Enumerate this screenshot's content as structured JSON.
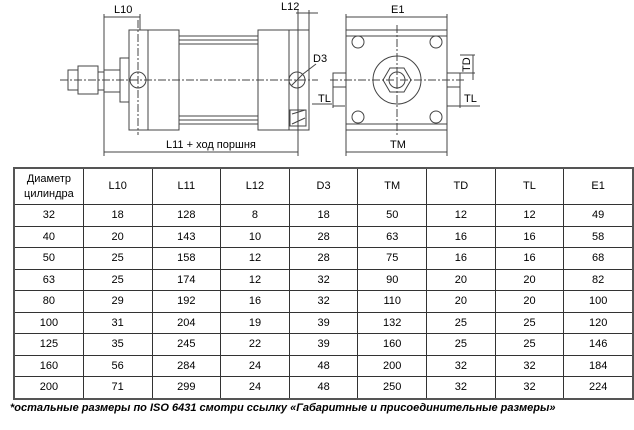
{
  "drawing": {
    "labels": {
      "l10": "L10",
      "l12": "L12",
      "d3": "D3",
      "tl": "TL",
      "l11": "L11 + ход поршня",
      "e1": "E1",
      "td": "TD",
      "tm": "TM"
    }
  },
  "table": {
    "headers": [
      "Диаметр цилиндра",
      "L10",
      "L11",
      "L12",
      "D3",
      "TM",
      "TD",
      "TL",
      "E1"
    ],
    "header_first_line1": "Диаметр",
    "header_first_line2": "цилиндра",
    "rows": [
      [
        "32",
        "18",
        "128",
        "8",
        "18",
        "50",
        "12",
        "12",
        "49"
      ],
      [
        "40",
        "20",
        "143",
        "10",
        "28",
        "63",
        "16",
        "16",
        "58"
      ],
      [
        "50",
        "25",
        "158",
        "12",
        "28",
        "75",
        "16",
        "16",
        "68"
      ],
      [
        "63",
        "25",
        "174",
        "12",
        "32",
        "90",
        "20",
        "20",
        "82"
      ],
      [
        "80",
        "29",
        "192",
        "16",
        "32",
        "110",
        "20",
        "20",
        "100"
      ],
      [
        "100",
        "31",
        "204",
        "19",
        "39",
        "132",
        "25",
        "25",
        "120"
      ],
      [
        "125",
        "35",
        "245",
        "22",
        "39",
        "160",
        "25",
        "25",
        "146"
      ],
      [
        "160",
        "56",
        "284",
        "24",
        "48",
        "200",
        "32",
        "32",
        "184"
      ],
      [
        "200",
        "71",
        "299",
        "24",
        "48",
        "250",
        "32",
        "32",
        "224"
      ]
    ]
  },
  "footnote": "*остальные размеры по ISO 6431 смотри ссылку «Габаритные и присоединительные размеры»"
}
